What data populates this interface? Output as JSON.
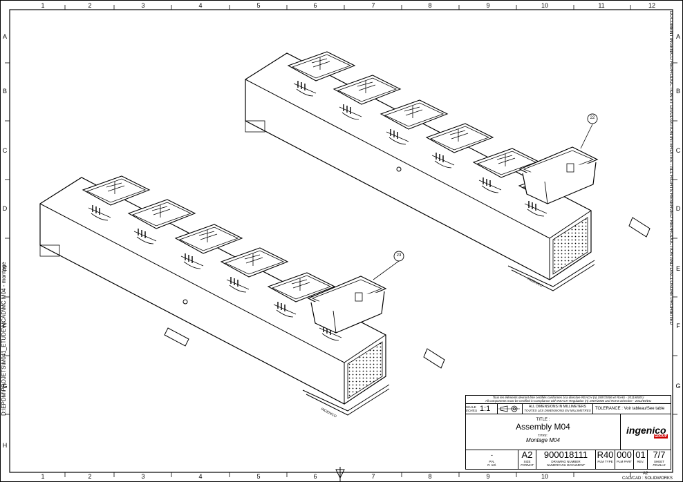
{
  "file_path_text": "D:\\EPDM\\PROJETS\\M041_ETUDE\\MCAD\\MC M04 - montage",
  "confidentiality_text": "DOCUMENT INGENICO REPRODUCTION ET DIVULGATION INTERDITES - ALL RIGHTS RESERVED: REPRODUCTION AND DISCLOSURE PROHIBITED",
  "zones": {
    "columns": [
      "1",
      "2",
      "3",
      "4",
      "5",
      "6",
      "7",
      "8",
      "9",
      "10",
      "11",
      "12"
    ],
    "rows": [
      "A",
      "B",
      "C",
      "D",
      "E",
      "F",
      "G",
      "H"
    ]
  },
  "balloons": [
    {
      "id": "balloon-22",
      "label": "22"
    },
    {
      "id": "balloon-23",
      "label": "23"
    }
  ],
  "brand_small": "INGENICO",
  "title_block": {
    "compliance_fr": "Tous les éléments devront être certifiés conformes à la directive REACH (n) 1907/2006 et RoHS - 2011/65/EU",
    "compliance_en": "All components must be certified in compliance with REACH Regulation (n) 1907/2006 and RoHS Directive - 2011/65/EU",
    "scale_label": "SCALE",
    "scale_label_fr": "ECHELLE",
    "scale_value": "1:1",
    "dimensions_en": "ALL DIMENSIONS IN MILLIMETERS",
    "dimensions_fr": "TOUTES LES DIMENSIONS EN MILLIMETRES",
    "tolerance": "TOLERANCE : Voir tableau/See table",
    "title_label": "TITLE :",
    "title_en": "Assembly M04",
    "title_label_fr": "TITRE :",
    "title_fr": "Montage M04",
    "logo_name": "ingenico",
    "logo_group": "GROUP",
    "pn_value": "-",
    "pn_label": "P.N.",
    "pn_label_fr": "R. Intl.",
    "size_value": "A2",
    "size_label": "SIZE",
    "size_label_fr": "FORMAT",
    "drawing_number": "900018111",
    "drawing_label": "DRAWING NUMBER",
    "drawing_label_fr": "NUMERO DU DOCUMENT",
    "plm_type_value": "R40",
    "plm_type_label": "PLM TYPE",
    "plm_part_value": "000",
    "plm_part_label": "PLM PART",
    "rev_value": "01",
    "rev_label": "REV.",
    "sheet_value": "7/7",
    "sheet_label": "SHEET",
    "sheet_label_fr": "FEUILLE",
    "cad_text": "CAO/CAD : SOLIDWORKS",
    "bottom_size": "A2"
  }
}
